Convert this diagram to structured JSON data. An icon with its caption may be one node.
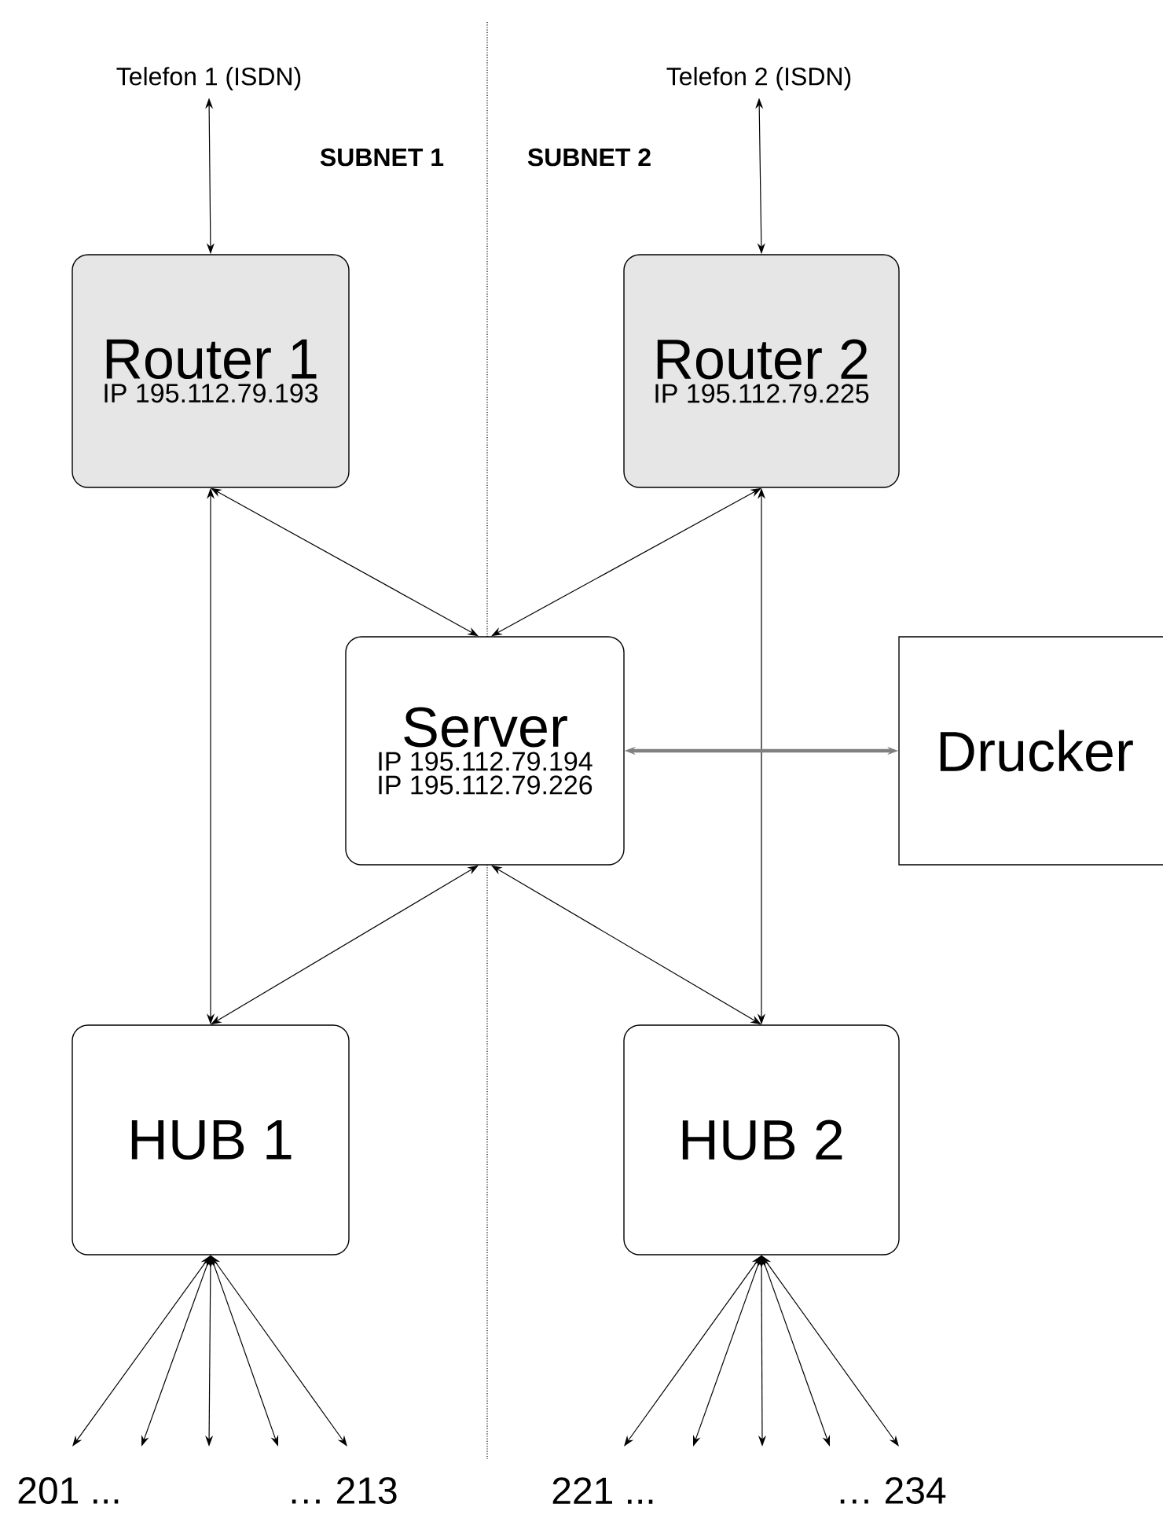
{
  "diagram": {
    "nodes": [
      {
        "text": [
          "Telefon 1 (ISDN)"
        ]
      },
      {
        "text": [
          "Telefon 2 (ISDN)"
        ]
      },
      {
        "text": [
          "Router 1",
          "IP 195.112.79.193"
        ]
      },
      {
        "text": [
          "Router 2",
          "IP 195.112.79.225"
        ]
      },
      {
        "text": [
          "Server",
          "IP 195.112.79.194",
          "IP 195.112.79.226"
        ]
      },
      {
        "text": [
          "Drucker"
        ]
      },
      {
        "text": [
          "HUB 1"
        ]
      },
      {
        "text": [
          "HUB 2"
        ]
      }
    ],
    "edges": [
      {
        "from": 0,
        "to": 2,
        "arrow": "both"
      },
      {
        "from": 1,
        "to": 3,
        "arrow": "both"
      },
      {
        "from": 2,
        "to": 4,
        "arrow": "both"
      },
      {
        "from": 3,
        "to": 4,
        "arrow": "both"
      },
      {
        "from": 2,
        "to": 6,
        "arrow": "both"
      },
      {
        "from": 3,
        "to": 7,
        "arrow": "both"
      },
      {
        "from": 4,
        "to": 6,
        "arrow": "both"
      },
      {
        "from": 4,
        "to": 7,
        "arrow": "both"
      },
      {
        "from": 4,
        "to": 5,
        "arrow": "both",
        "style": "thick",
        "color": "#808080"
      },
      {
        "from": 6,
        "to": null,
        "arrow": "both"
      },
      {
        "from": 6,
        "to": null,
        "arrow": "both"
      },
      {
        "from": 6,
        "to": null,
        "arrow": "both"
      },
      {
        "from": 6,
        "to": null,
        "arrow": "both"
      },
      {
        "from": 6,
        "to": null,
        "arrow": "both"
      },
      {
        "from": 7,
        "to": null,
        "arrow": "both"
      },
      {
        "from": 7,
        "to": null,
        "arrow": "both"
      },
      {
        "from": 7,
        "to": null,
        "arrow": "both"
      },
      {
        "from": 7,
        "to": null,
        "arrow": "both"
      },
      {
        "from": 7,
        "to": null,
        "arrow": "both"
      }
    ],
    "labels": [
      "SUBNET 1",
      "SUBNET 2",
      "201 ...",
      "… 213",
      "221 ...",
      "… 234"
    ]
  }
}
